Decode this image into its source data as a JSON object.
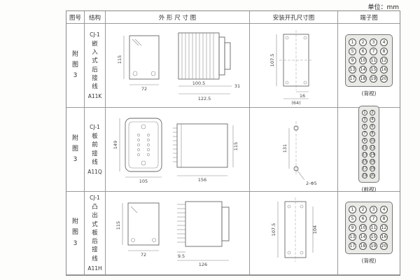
{
  "unit_label": "单位：mm",
  "headers": {
    "fig": "图号",
    "structure": "结构",
    "outline": "外 形 尺 寸 图",
    "mounting": "安装开孔尺寸图",
    "terminal": "端子图"
  },
  "rows": [
    {
      "fig": "附图3",
      "structure": {
        "model": "CJ-1",
        "mount": "嵌入式后接线",
        "code": "A11K"
      },
      "outline": {
        "height": "115",
        "width": "72",
        "body_depth": "100.5",
        "total_depth": "122.5",
        "rear_depth": "31"
      },
      "mounting": {
        "height": "107.5",
        "slot": "16",
        "width": "(64)"
      },
      "terminal": {
        "caption": "(背视)",
        "cols": 4,
        "numbers": [
          1,
          2,
          3,
          4,
          5,
          6,
          7,
          8,
          9,
          10,
          11,
          12,
          13,
          14,
          15,
          16,
          17,
          18,
          19,
          20
        ]
      }
    },
    {
      "fig": "附图3",
      "structure": {
        "model": "CJ-1",
        "mount": "板前接线",
        "code": "A11Q"
      },
      "outline": {
        "height": "149",
        "width": "105",
        "depth": "156",
        "side_height": "115"
      },
      "mounting": {
        "spacing": "131",
        "holes": "2-Φ5"
      },
      "terminal": {
        "caption": "(前视)",
        "cols": 2,
        "numbers": [
          1,
          2,
          3,
          4,
          5,
          6,
          7,
          8,
          9,
          10,
          11,
          12,
          13,
          14,
          15,
          16,
          17,
          18,
          19,
          20
        ]
      }
    },
    {
      "fig": "附图3",
      "structure": {
        "model": "CJ-1",
        "mount": "凸出式板后接线",
        "code": "A11H"
      },
      "outline": {
        "height": "115",
        "width": "72",
        "pin_depth": "9.5",
        "depth": "126"
      },
      "mounting": {
        "height": "107.5",
        "inner_height": "104"
      },
      "terminal": {
        "caption": "(背视)",
        "cols": 4,
        "numbers": [
          1,
          2,
          3,
          4,
          5,
          6,
          7,
          8,
          9,
          10,
          11,
          12,
          13,
          14,
          15,
          16,
          17,
          18,
          19,
          20
        ]
      }
    }
  ]
}
